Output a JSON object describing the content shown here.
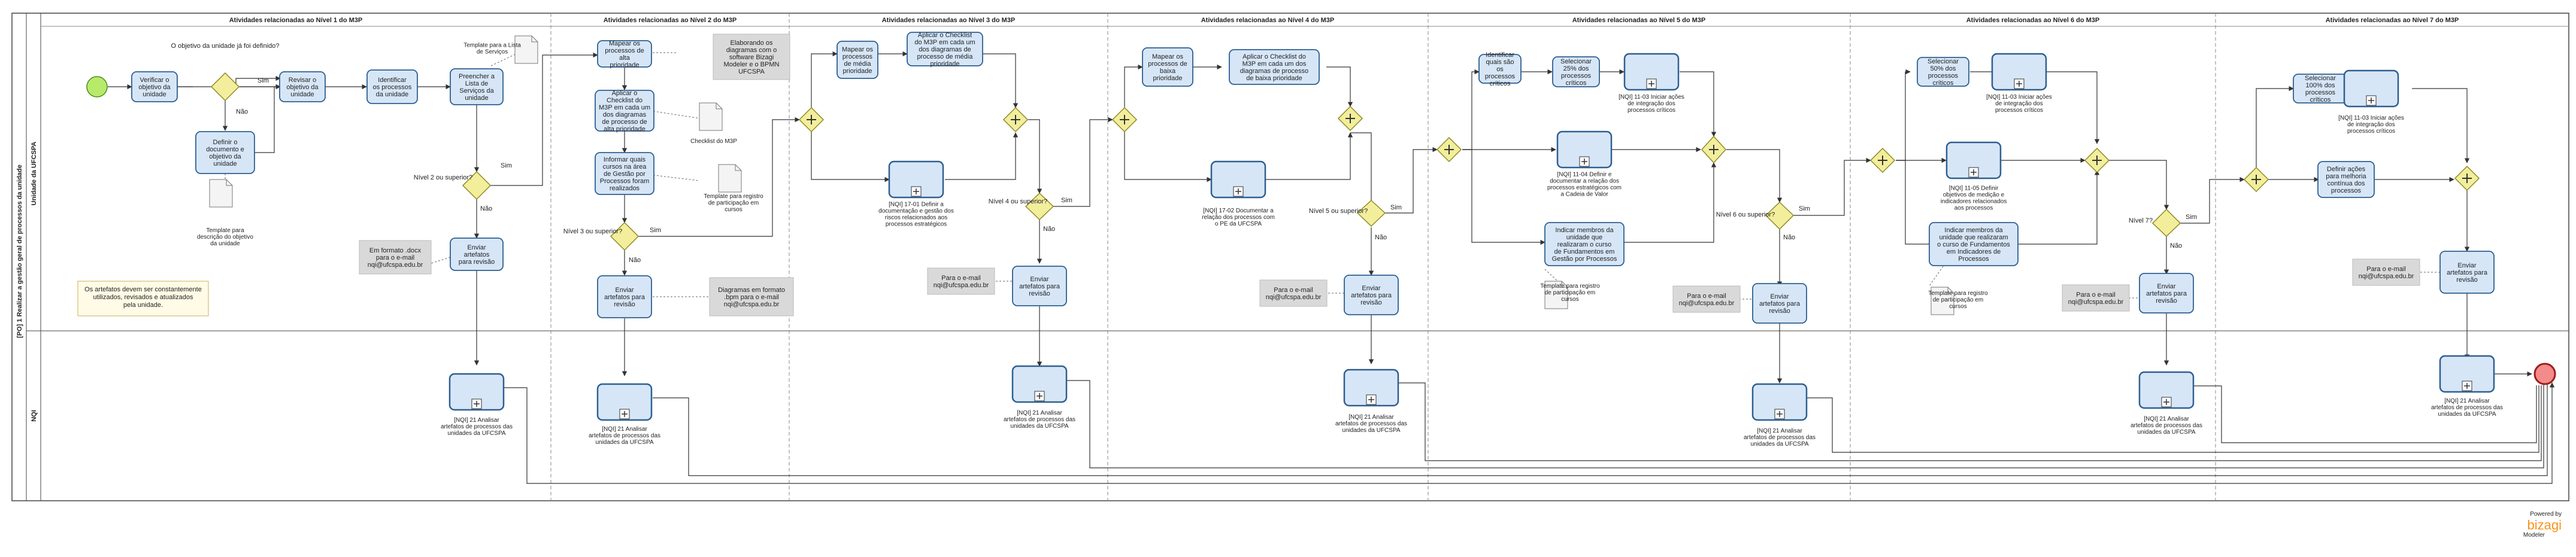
{
  "pool": {
    "title": "[PO] 1 Realizar a gestão geral de processos da unidade"
  },
  "lanes": [
    {
      "title": "Unidade da UFCSPA"
    },
    {
      "title": "NQI"
    }
  ],
  "milestones": [
    "Atividades relacionadas ao Nível 1 do M3P",
    "Atividades relacionadas ao Nível 2 do M3P",
    "Atividades relacionadas ao Nível 3 do M3P",
    "Atividades relacionadas ao Nível 4 do M3P",
    "Atividades relacionadas ao Nível 5 do M3P",
    "Atividades relacionadas ao Nível 6 do M3P",
    "Atividades relacionadas ao Nível 7 do M3P"
  ],
  "tasks": [
    "Verificar o objetivo da unidade",
    "Revisar o objetivo da unidade",
    "Identificar os processos da unidade",
    "Preencher a Lista de Serviços da unidade",
    "Definir o documento e objetivo da unidade",
    "Enviar artefatos para revisão",
    "Mapear os processos de alta prioridade",
    "Aplicar o Checklist do M3P em cada um dos diagramas de processo de alta prioridade",
    "Informar quais cursos na área de Gestão por Processos foram realizados",
    "Enviar artefatos para revisão",
    "Mapear os processos de média prioridade",
    "Aplicar o Checklist do M3P em cada um dos diagramas de processo de média prioridade",
    "Enviar artefatos para revisão",
    "Mapear os processos de baixa prioridade",
    "Aplicar o Checklist do M3P em cada um dos diagramas de processo de baixa prioridade",
    "Enviar artefatos para revisão",
    "Identificar quais são os processos críticos",
    "Selecionar 25% dos processos críticos",
    "Indicar membros da unidade que realizaram o curso de Fundamentos em Gestão por Processos",
    "Enviar artefatos para revisão",
    "Selecionar 50% dos processos críticos",
    "Indicar membros da unidade que realizaram o curso de Fundamentos em Indicadores de Processos",
    "Enviar artefatos para revisão",
    "Selecionar 100% dos processos críticos",
    "Definir ações para melhoria contínua dos processos",
    "Enviar artefatos para revisão"
  ],
  "subprocesses": [
    "[NQI] 17-01 Definir a documentação e gestão dos riscos relacionados aos processos estratégicos",
    "[NQI] 17-02 Documentar a relação dos processos com o PE da UFCSPA",
    "[NQI] 11-03 Iniciar ações de integração dos processos críticos",
    "[NQI] 11-04 Definir e documentar a relação dos processos estratégicos com a Cadeia de Valor",
    "[NQI] 11-03 Iniciar ações de integração dos processos críticos",
    "[NQI] 11-05 Definir objetivos de medição e indicadores relacionados aos processos",
    "[NQI] 11-03 Iniciar ações de integração dos processos críticos",
    "[NQI] 21 Analisar artefatos de processos das unidades da UFCSPA",
    "[NQI] 21 Analisar artefatos de processos das unidades da UFCSPA",
    "[NQI] 21 Analisar artefatos de processos das unidades da UFCSPA",
    "[NQI] 21 Analisar artefatos de processos das unidades da UFCSPA",
    "[NQI] 21 Analisar artefatos de processos das unidades da UFCSPA",
    "[NQI] 21 Analisar artefatos de processos das unidades da UFCSPA",
    "[NQI] 21 Analisar artefatos de processos das unidades da UFCSPA"
  ],
  "gateways": [
    "O objetivo da unidade já foi definido?",
    "Nível 2 ou superior?",
    "Nível 3 ou superior?",
    "Nível 4 ou superior?",
    "Nível 5 ou superior?",
    "Nível 6 ou superior?",
    "Nível 7?"
  ],
  "flow_labels": {
    "yes": "Sim",
    "no": "Não"
  },
  "artifacts": [
    "Template para descrição do objetivo da unidade",
    "Template para a Lista de Serviços",
    "Checklist do M3P",
    "Template para registro de participação em cursos",
    "Template para registro de participação em cursos",
    "Template para registro de participação em cursos"
  ],
  "annotations": [
    "Em formato .docx para o e-mail nqi@ufcspa.edu.br",
    "Elaborando os diagramas com o software Bizagi Modeler e o BPMN UFCSPA",
    "Diagramas em formato .bpm para o e-mail nqi@ufcspa.edu.br",
    "Para o e-mail nqi@ufcspa.edu.br",
    "Para o e-mail nqi@ufcspa.edu.br",
    "Para o e-mail nqi@ufcspa.edu.br",
    "Para o e-mail nqi@ufcspa.edu.br",
    "Para o e-mail nqi@ufcspa.edu.br"
  ],
  "note": "Os artefatos devem ser constantemente utilizados, revisados e atualizados pela unidade.",
  "branding": {
    "powered": "Powered by",
    "name": "bizagi",
    "sub": "Modeler"
  },
  "colors": {
    "task_fill": "#d6e6f7",
    "task_stroke": "#2e5f8f",
    "gateway_fill": "#f2ee9c",
    "gateway_stroke": "#8e8a22",
    "start_fill": "#b7ea6b",
    "end_fill": "#f48b8b",
    "annotation_fill": "#d9d9d9",
    "bizagi_brand": "#f7941d"
  }
}
